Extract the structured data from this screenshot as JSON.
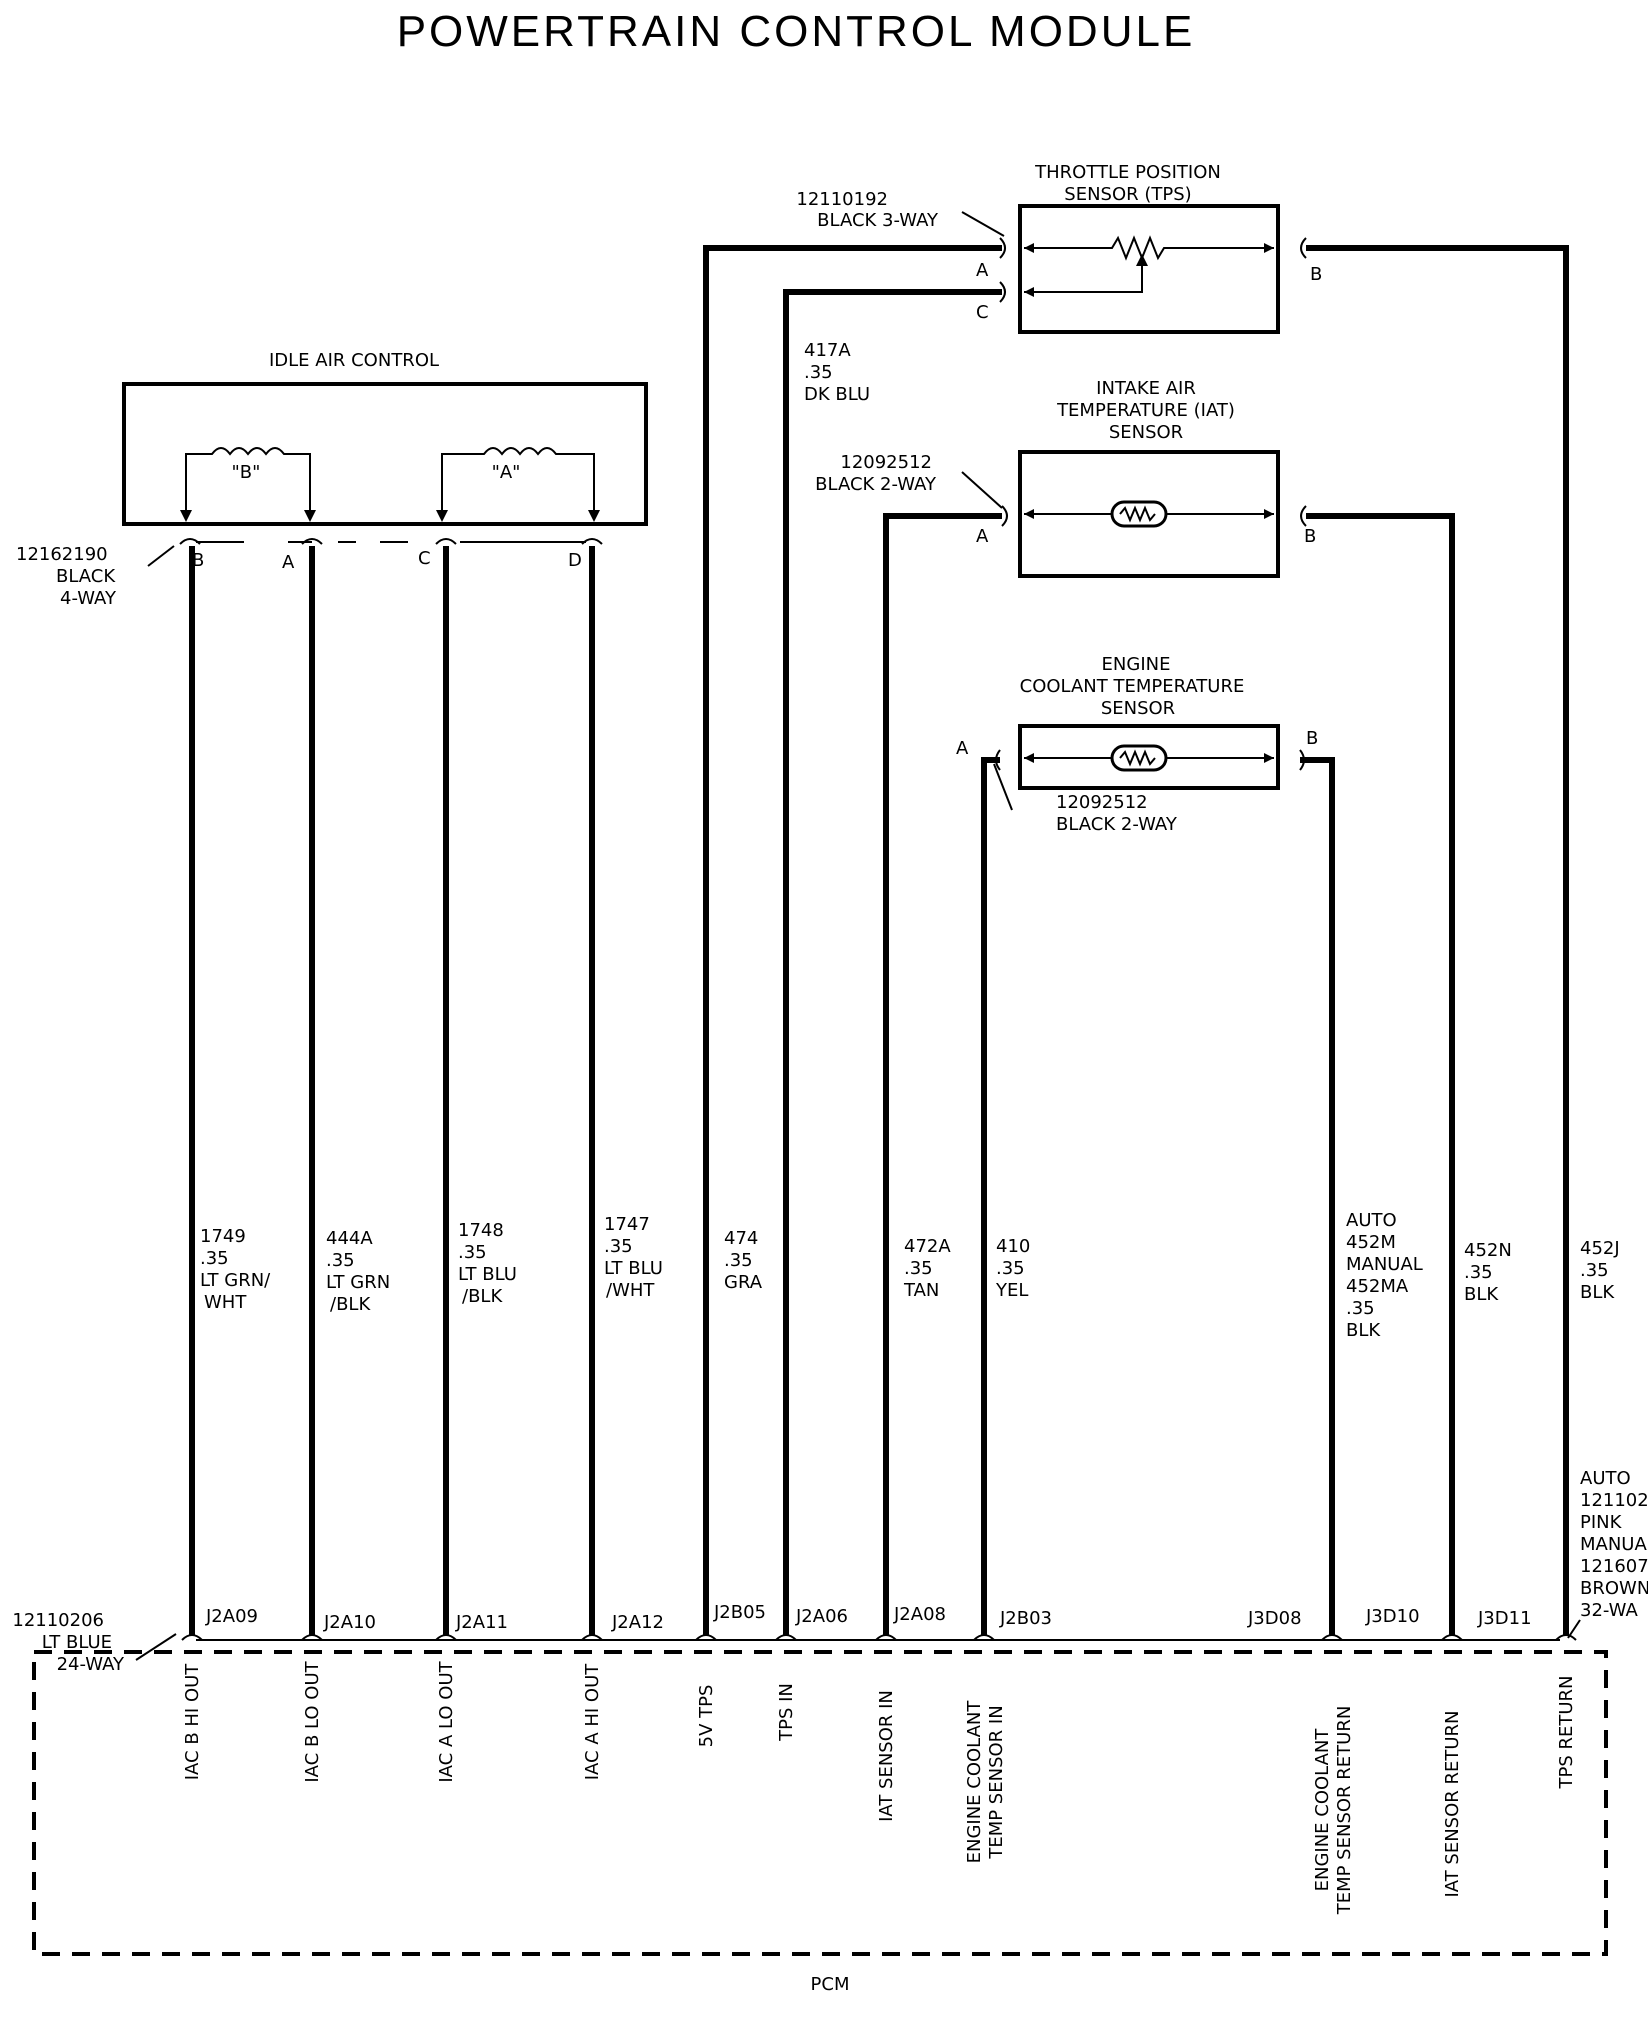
{
  "title": "POWERTRAIN CONTROL MODULE",
  "colors": {
    "line": "#000000",
    "background": "#ffffff"
  },
  "components": {
    "tps": {
      "name_line1": "THROTTLE POSITION",
      "name_line2": "SENSOR (TPS)",
      "connector_line1": "12110192",
      "connector_line2": "BLACK 3-WAY",
      "pins": [
        "A",
        "C",
        "B"
      ]
    },
    "iac": {
      "name": "IDLE AIR CONTROL",
      "coil_b": "\"B\"",
      "coil_a": "\"A\"",
      "connector_line1": "12162190",
      "connector_line2": "BLACK",
      "connector_line3": "4-WAY",
      "pins": [
        "B",
        "A",
        "C",
        "D"
      ]
    },
    "iat": {
      "name_line1": "INTAKE AIR",
      "name_line2": "TEMPERATURE (IAT)",
      "name_line3": "SENSOR",
      "connector_line1": "12092512",
      "connector_line2": "BLACK 2-WAY",
      "pins": [
        "A",
        "B"
      ]
    },
    "ect": {
      "name_line1": "ENGINE",
      "name_line2": "COOLANT TEMPERATURE",
      "name_line3": "SENSOR",
      "connector_line1": "12092512",
      "connector_line2": "BLACK 2-WAY",
      "pins": [
        "A",
        "B"
      ]
    }
  },
  "wires": [
    {
      "circuit": "1749",
      "gauge": ".35",
      "color_line1": "LT GRN/",
      "color_line2": "WHT"
    },
    {
      "circuit": "444A",
      "gauge": ".35",
      "color_line1": "LT GRN",
      "color_line2": "/BLK"
    },
    {
      "circuit": "1748",
      "gauge": ".35",
      "color_line1": "LT BLU",
      "color_line2": "/BLK"
    },
    {
      "circuit": "1747",
      "gauge": ".35",
      "color_line1": "LT BLU",
      "color_line2": "/WHT"
    },
    {
      "circuit": "474",
      "gauge": ".35",
      "color_line1": "GRA",
      "color_line2": ""
    },
    {
      "circuit": "417A",
      "gauge": ".35",
      "color_line1": "DK BLU",
      "color_line2": ""
    },
    {
      "circuit": "472A",
      "gauge": ".35",
      "color_line1": "TAN",
      "color_line2": ""
    },
    {
      "circuit": "410",
      "gauge": ".35",
      "color_line1": "YEL",
      "color_line2": ""
    },
    {
      "lines": [
        "AUTO",
        "452M",
        "MANUAL",
        "452MA",
        ".35",
        "BLK"
      ]
    },
    {
      "circuit": "452N",
      "gauge": ".35",
      "color_line1": "BLK",
      "color_line2": ""
    },
    {
      "circuit": "452J",
      "gauge": ".35",
      "color_line1": "BLK",
      "color_line2": ""
    }
  ],
  "pcm": {
    "label": "PCM",
    "connector_left": {
      "line1": "12110206",
      "line2": "LT BLUE",
      "line3": "24-WAY"
    },
    "connector_right": {
      "lines": [
        "AUTO",
        "121102",
        "PINK",
        "MANUA",
        "121607",
        "BROWN",
        "32-WA"
      ]
    },
    "pins": [
      "J2A09",
      "J2A10",
      "J2A11",
      "J2A12",
      "J2B05",
      "J2A06",
      "J2A08",
      "J2B03",
      "J3D08",
      "J3D10",
      "J3D11"
    ],
    "functions": [
      {
        "line1": "IAC B HI OUT"
      },
      {
        "line1": "IAC B LO OUT"
      },
      {
        "line1": "IAC A LO OUT"
      },
      {
        "line1": "IAC A HI OUT"
      },
      {
        "line1": "5V TPS"
      },
      {
        "line1": "TPS IN"
      },
      {
        "line1": "IAT SENSOR IN"
      },
      {
        "line1": "ENGINE COOLANT",
        "line2": "TEMP SENSOR IN"
      },
      {
        "line1": "ENGINE COOLANT",
        "line2": "TEMP SENSOR RETURN"
      },
      {
        "line1": "IAT SENSOR RETURN"
      },
      {
        "line1": "TPS RETURN"
      }
    ]
  }
}
